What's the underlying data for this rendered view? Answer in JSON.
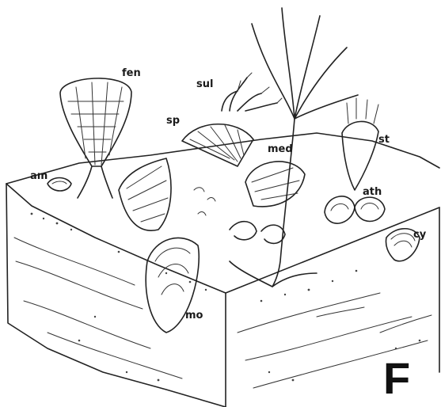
{
  "panel_letter": "F",
  "labels": {
    "fen": "fen",
    "sul": "sul",
    "sp": "sp",
    "med": "med",
    "st": "st",
    "am": "am",
    "ath": "ath",
    "cy": "cy",
    "mo": "mo"
  },
  "colors": {
    "ink": "#222222",
    "background": "#ffffff"
  }
}
